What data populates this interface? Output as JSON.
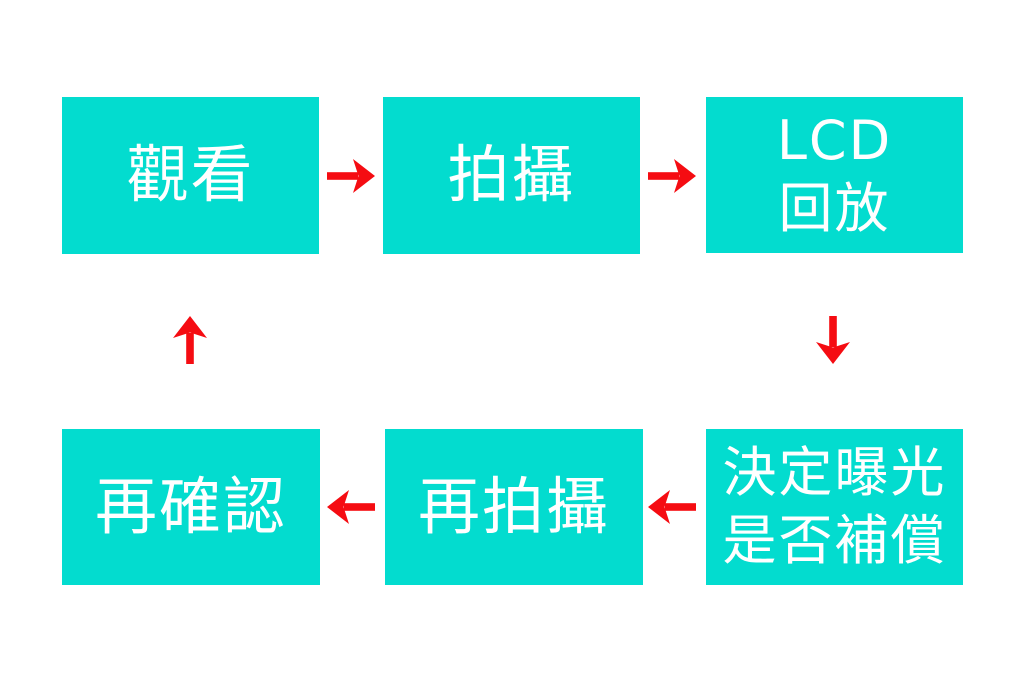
{
  "theme": {
    "background": "#ffffff",
    "box_fill": "#03dccf",
    "box_text": "#ffffff",
    "arrow": "#f50c12"
  },
  "flowchart": {
    "boxes": {
      "watch": {
        "label": "觀看"
      },
      "shoot": {
        "label": "拍攝"
      },
      "lcd_playback": {
        "line1": "LCD",
        "line2": "回放"
      },
      "decide_exposure": {
        "line1": "決定曝光",
        "line2": "是否補償"
      },
      "reshoot": {
        "label": "再拍攝"
      },
      "reconfirm": {
        "label": "再確認"
      }
    },
    "arrows": {
      "watch_to_shoot": "right",
      "shoot_to_lcd": "right",
      "lcd_to_decide": "down",
      "decide_to_reshoot": "left",
      "reshoot_to_reconfirm": "left",
      "reconfirm_to_watch": "up"
    }
  }
}
